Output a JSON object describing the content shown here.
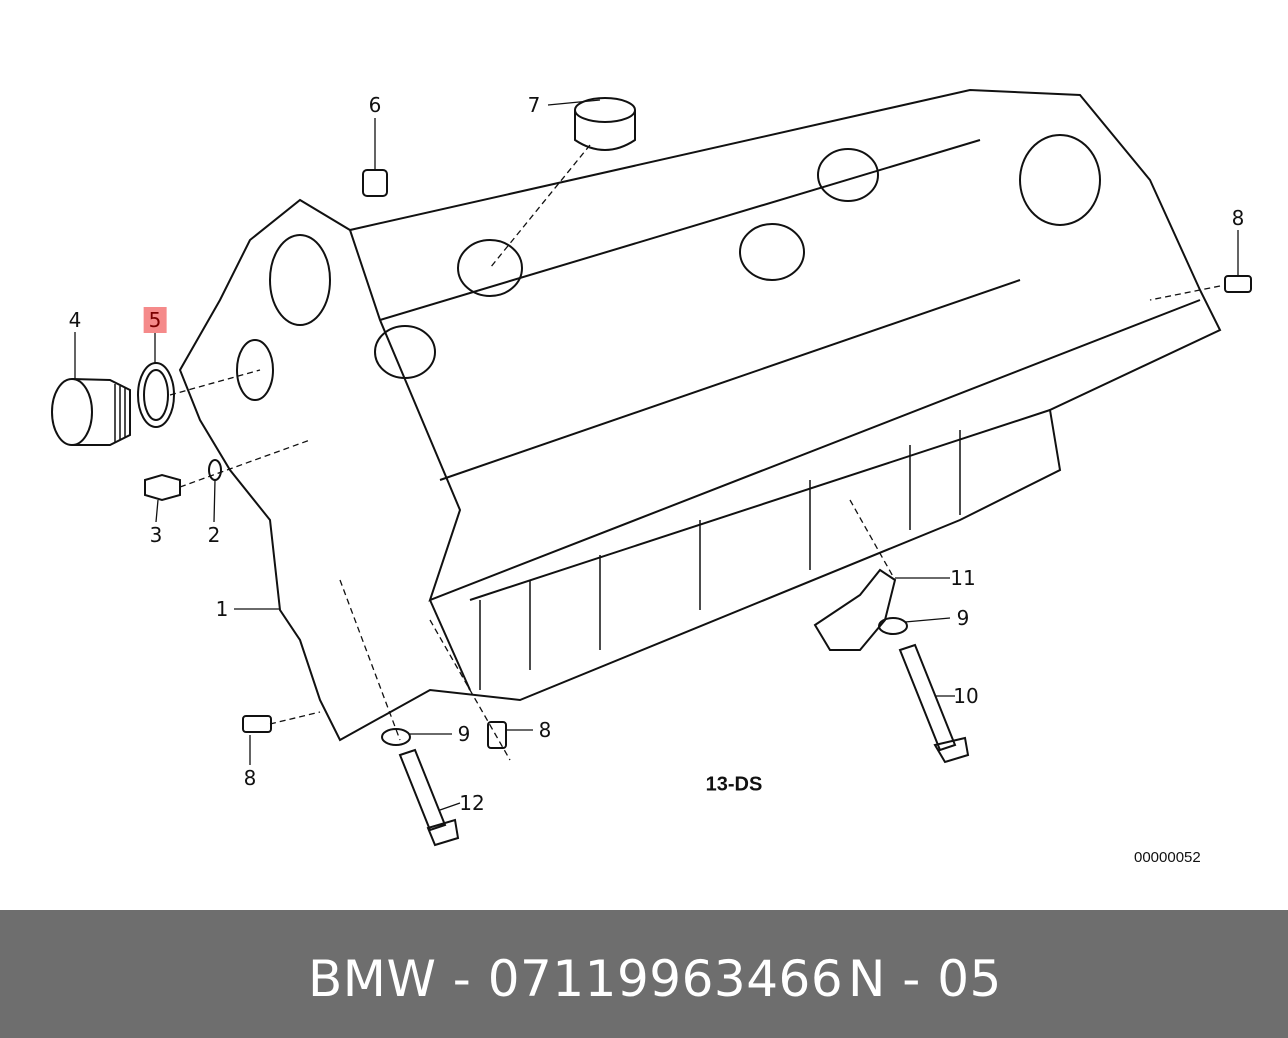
{
  "diagram": {
    "callouts": [
      {
        "label": "6"
      },
      {
        "label": "7"
      },
      {
        "label": "8"
      },
      {
        "label": "4"
      },
      {
        "label": "5",
        "highlighted": true
      },
      {
        "label": "3"
      },
      {
        "label": "2"
      },
      {
        "label": "1"
      },
      {
        "label": "11"
      },
      {
        "label": "9"
      },
      {
        "label": "10"
      },
      {
        "label": "9"
      },
      {
        "label": "8"
      },
      {
        "label": "8"
      },
      {
        "label": "12"
      }
    ],
    "group_code": "13-DS",
    "reference_number": "00000052",
    "highlight_color": "#f58a8a"
  },
  "footer": {
    "part": "BMW - 07119963466",
    "position": "N - 05",
    "background": "#6e6e6e"
  }
}
